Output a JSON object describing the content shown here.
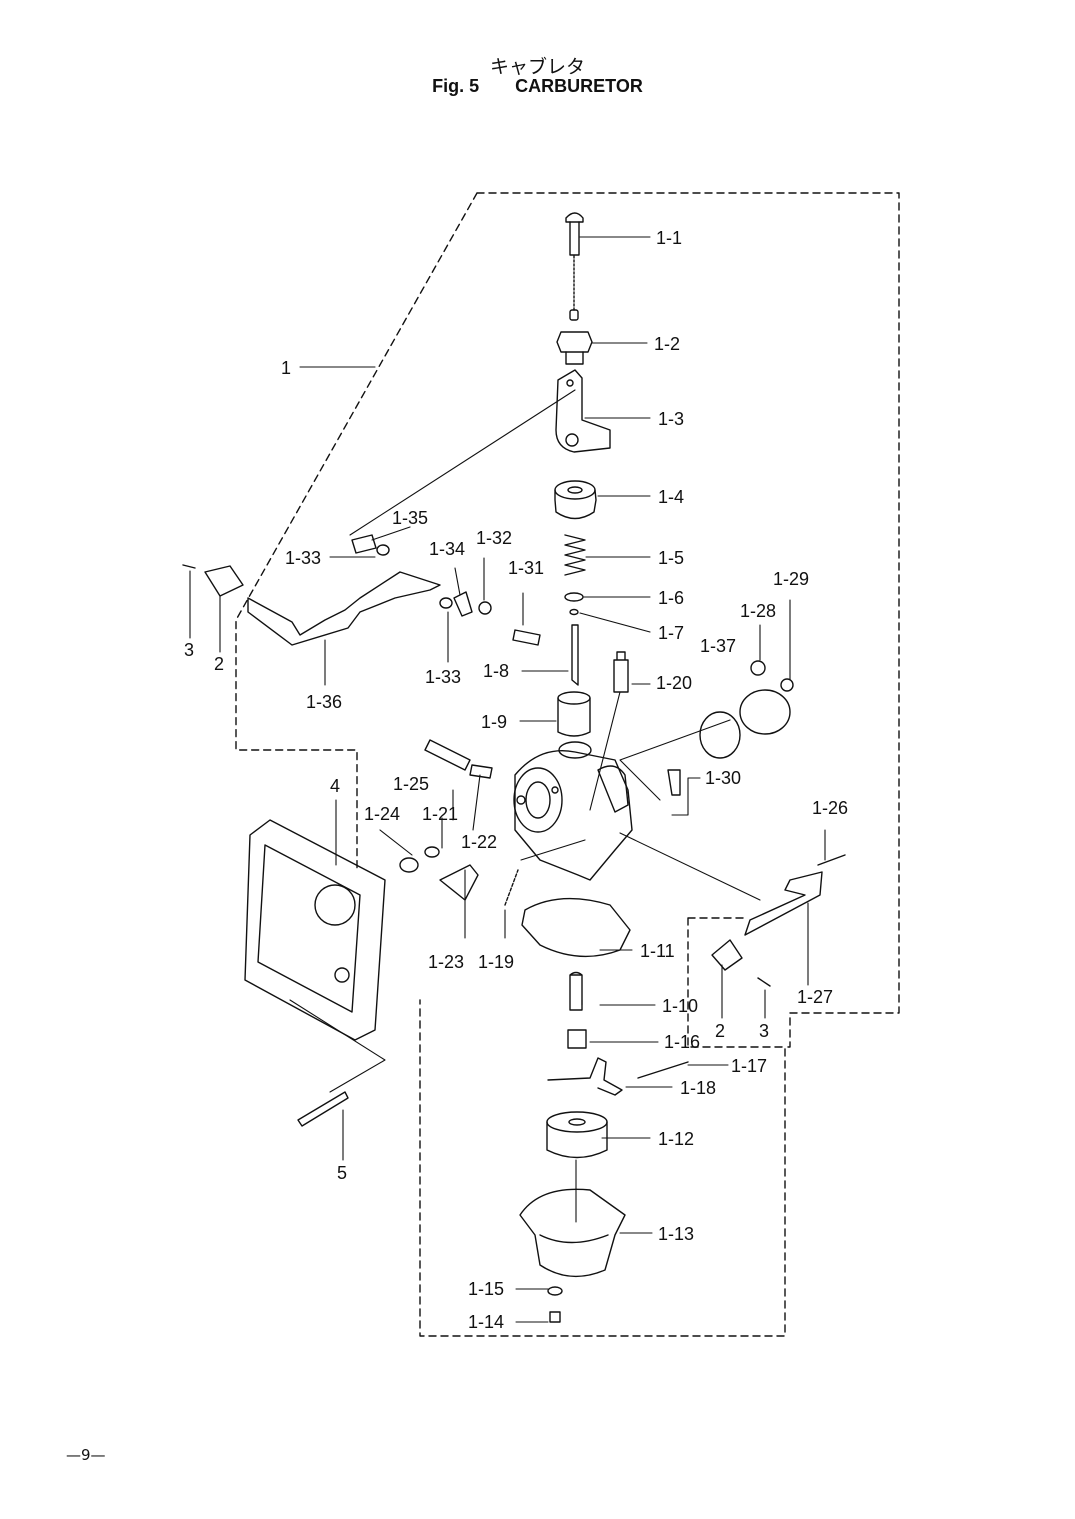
{
  "title": {
    "japanese": "キャブレタ",
    "figure": "Fig. 5",
    "english": "CARBURETOR"
  },
  "page_number": "—9—",
  "labels": {
    "p1": "1",
    "p1_1": "1-1",
    "p1_2": "1-2",
    "p1_3": "1-3",
    "p1_4": "1-4",
    "p1_5": "1-5",
    "p1_6": "1-6",
    "p1_7": "1-7",
    "p1_8": "1-8",
    "p1_9": "1-9",
    "p1_10": "1-10",
    "p1_11": "1-11",
    "p1_12": "1-12",
    "p1_13": "1-13",
    "p1_14": "1-14",
    "p1_15": "1-15",
    "p1_16": "1-16",
    "p1_17": "1-17",
    "p1_18": "1-18",
    "p1_19": "1-19",
    "p1_20": "1-20",
    "p1_21": "1-21",
    "p1_22": "1-22",
    "p1_23": "1-23",
    "p1_24": "1-24",
    "p1_25": "1-25",
    "p1_26": "1-26",
    "p1_27": "1-27",
    "p1_28": "1-28",
    "p1_29": "1-29",
    "p1_30": "1-30",
    "p1_31": "1-31",
    "p1_32": "1-32",
    "p1_33a": "1-33",
    "p1_33b": "1-33",
    "p1_34": "1-34",
    "p1_35": "1-35",
    "p1_36": "1-36",
    "p1_37": "1-37",
    "p2_left": "2",
    "p3_left": "3",
    "p2_right": "2",
    "p3_right": "3",
    "p4": "4",
    "p5": "5"
  }
}
